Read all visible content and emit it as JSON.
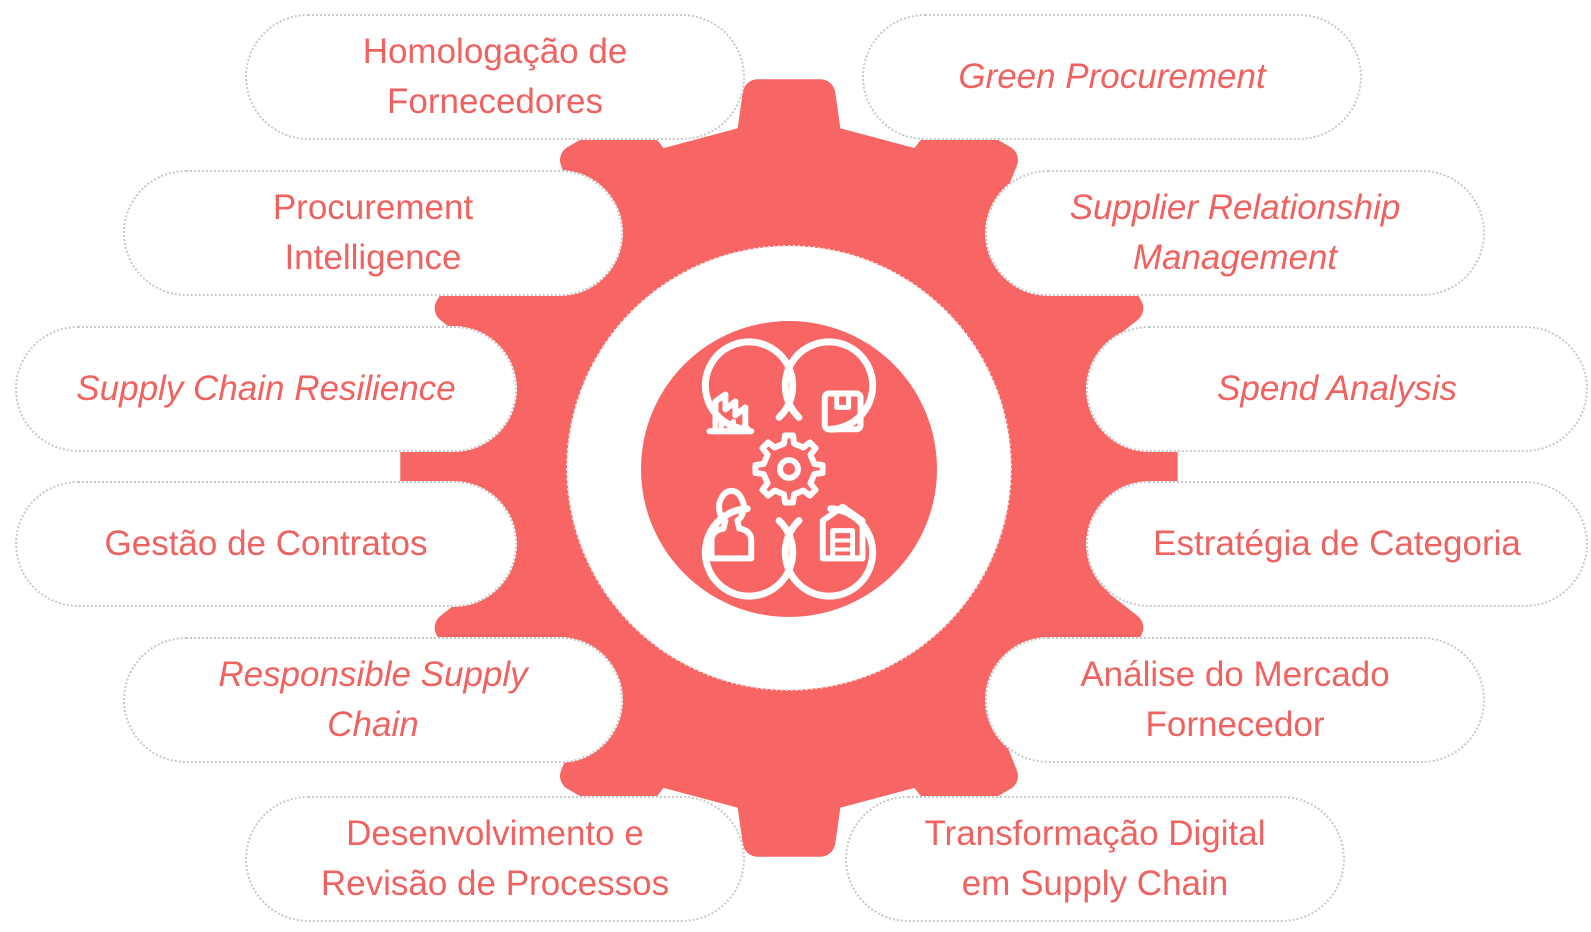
{
  "colors": {
    "accent": "#f76664",
    "text": "#f0625f",
    "pill_border": "#c8c8c8",
    "background": "#ffffff"
  },
  "center": {
    "icon": "supply-chain-hub-icon",
    "sub_icons": [
      "factory-icon",
      "package-icon",
      "person-icon",
      "warehouse-icon",
      "gear-icon"
    ]
  },
  "left_items": [
    {
      "label": "Homologação de\nFornecedores",
      "italic": false
    },
    {
      "label": "Procurement\nIntelligence",
      "italic": false
    },
    {
      "label": "Supply Chain Resilience",
      "italic": true
    },
    {
      "label": "Gestão de Contratos",
      "italic": false
    },
    {
      "label": "Responsible Supply\nChain",
      "italic": true
    },
    {
      "label": "Desenvolvimento e\nRevisão de Processos",
      "italic": false
    }
  ],
  "right_items": [
    {
      "label": "Green Procurement",
      "italic": true
    },
    {
      "label": "Supplier Relationship\nManagement",
      "italic": true
    },
    {
      "label": "Spend Analysis",
      "italic": true
    },
    {
      "label": "Estratégia de Categoria",
      "italic": false
    },
    {
      "label": "Análise do Mercado\nFornecedor",
      "italic": false
    },
    {
      "label": "Transformação Digital\nem Supply Chain",
      "italic": false
    }
  ]
}
